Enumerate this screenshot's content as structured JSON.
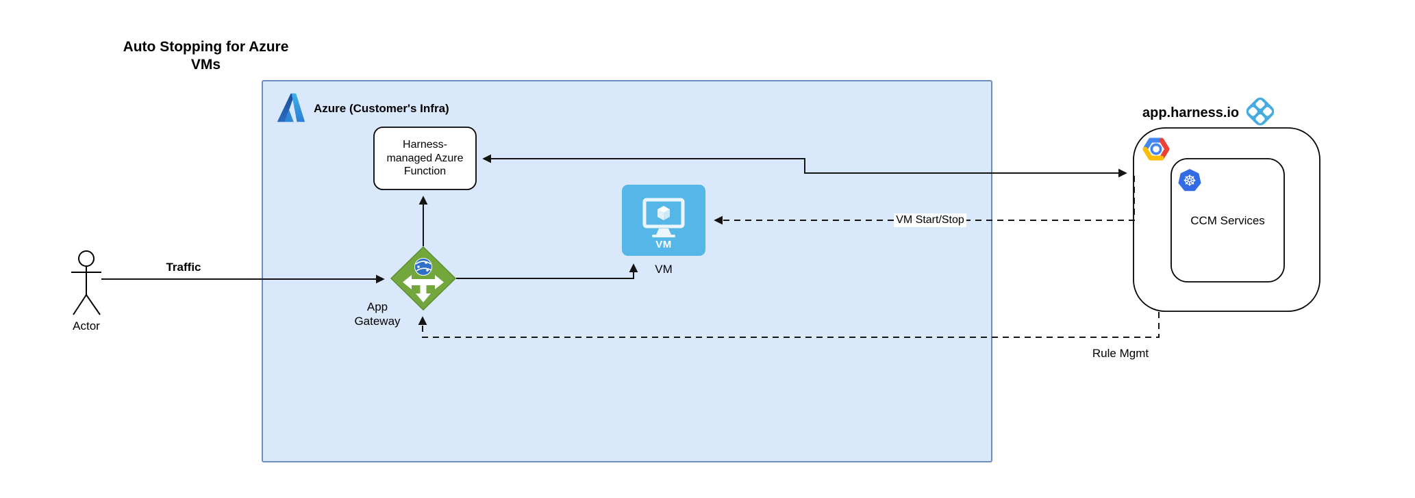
{
  "title": {
    "text": "Auto Stopping for Azure VMs",
    "lines": [
      "Auto Stopping for Azure",
      "VMs"
    ]
  },
  "actor": {
    "label": "Actor"
  },
  "azure_container": {
    "label": "Azure (Customer's Infra)",
    "icon": "azure-logo-icon"
  },
  "nodes": {
    "function": {
      "label": "Harness-managed Azure Function",
      "lines": [
        "Harness-",
        "managed Azure",
        "Function"
      ]
    },
    "vm": {
      "icon": "vm-monitor-icon",
      "icon_text": "VM",
      "label": "VM"
    },
    "gateway": {
      "icon": "app-gateway-icon",
      "label": "App Gateway"
    }
  },
  "harness": {
    "label": "app.harness.io",
    "logo": "harness-logo-icon",
    "gcp_icon": "gcp-icon",
    "ccm": {
      "label": "CCM Services",
      "icon": "kubernetes-icon"
    }
  },
  "edges": {
    "traffic": {
      "label": "Traffic",
      "style": "solid",
      "from": "actor",
      "to": "gateway"
    },
    "gateway_to_vm": {
      "style": "solid",
      "from": "gateway",
      "to": "vm"
    },
    "gateway_to_function": {
      "style": "solid",
      "from": "gateway",
      "to": "function"
    },
    "function_ccm": {
      "style": "solid-bidirectional",
      "from": "function",
      "to": "harness"
    },
    "vm_start_stop": {
      "label": "VM Start/Stop",
      "style": "dashed",
      "from": "harness",
      "to": "vm"
    },
    "rule_mgmt": {
      "label": "Rule Mgmt",
      "style": "dashed",
      "from": "harness",
      "to": "gateway"
    }
  },
  "colors": {
    "container_fill": "#dae8fc",
    "container_stroke": "#6c8ebf",
    "box_stroke": "#000000",
    "vm_blue": "#55b7e8",
    "gateway_green": "#73a73e",
    "gateway_green_dark": "#5d8f30",
    "harness_logo_blue": "#45abe0",
    "kubernetes_blue": "#326ce5",
    "gcp_blue": "#4285f4",
    "gcp_red": "#ea4335",
    "gcp_yellow": "#fbbc05",
    "edge_black": "#141414"
  }
}
